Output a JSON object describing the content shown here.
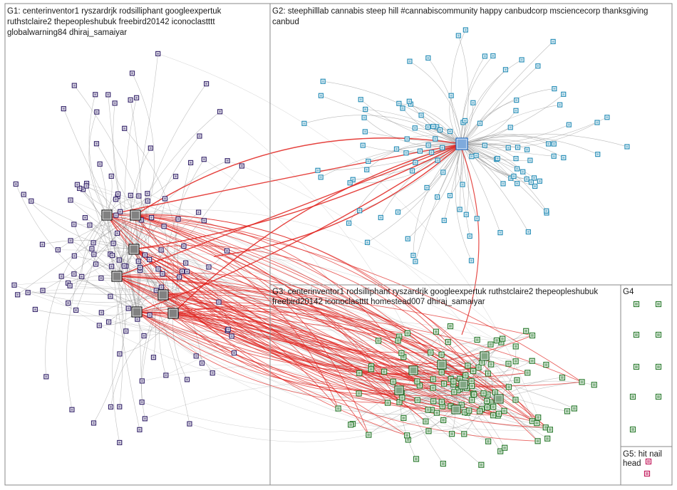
{
  "panels": [
    {
      "id": "G1",
      "label_lines": [
        "G1: centerinventor1 ryszardrjk rodsilliphant googleexpertuk",
        "ruthstclaire2 thepeopleshubuk freebird20142 iconoclastttt",
        "globalwarning84 dhiraj_samaiyar"
      ],
      "node_color": "#3a2a6e"
    },
    {
      "id": "G2",
      "label_lines": [
        "G2: steephilllab cannabis steep hill #cannabiscommunity happy canbudcorp msciencecorp thanksgiving",
        "canbud"
      ],
      "node_color": "#2a8fb8"
    },
    {
      "id": "G3",
      "label_lines": [
        "G3: centerinventor1 rodsilliphant ryszardrjk googleexpertuk ruthstclaire2 thepeopleshubuk",
        "freebird20142 iconoclastttt homestead007 dhiraj_samaiyar"
      ],
      "node_color": "#2e7d32"
    },
    {
      "id": "G4",
      "label_lines": [
        "G4"
      ],
      "node_color": "#2e7d32"
    },
    {
      "id": "G5",
      "label_lines": [
        "G5: hit nail",
        "head"
      ],
      "node_color": "#c2185b"
    }
  ],
  "colors": {
    "edge_gray": "#8c8c8c",
    "edge_red": "#e0201b",
    "hub_border": "#1565c0"
  }
}
